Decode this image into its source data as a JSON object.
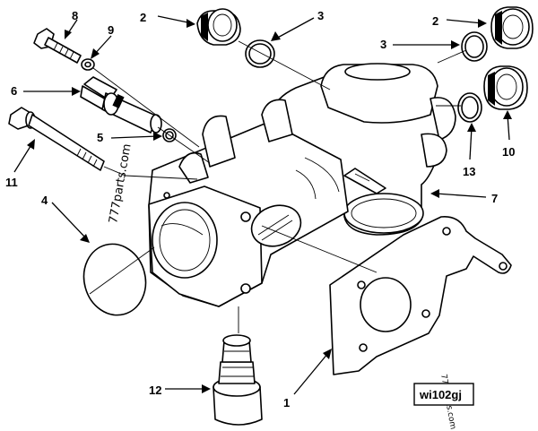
{
  "callouts": [
    {
      "id": "c1",
      "label": "1"
    },
    {
      "id": "c2a",
      "label": "2"
    },
    {
      "id": "c2b",
      "label": "2"
    },
    {
      "id": "c3a",
      "label": "3"
    },
    {
      "id": "c3b",
      "label": "3"
    },
    {
      "id": "c4",
      "label": "4"
    },
    {
      "id": "c5",
      "label": "5"
    },
    {
      "id": "c6",
      "label": "6"
    },
    {
      "id": "c7",
      "label": "7"
    },
    {
      "id": "c8",
      "label": "8"
    },
    {
      "id": "c9",
      "label": "9"
    },
    {
      "id": "c10",
      "label": "10"
    },
    {
      "id": "c11",
      "label": "11"
    },
    {
      "id": "c12",
      "label": "12"
    },
    {
      "id": "c13",
      "label": "13"
    }
  ],
  "watermark_main": "777parts.com",
  "watermark_small": "777parts.com",
  "figure_ref": "wi102gj"
}
